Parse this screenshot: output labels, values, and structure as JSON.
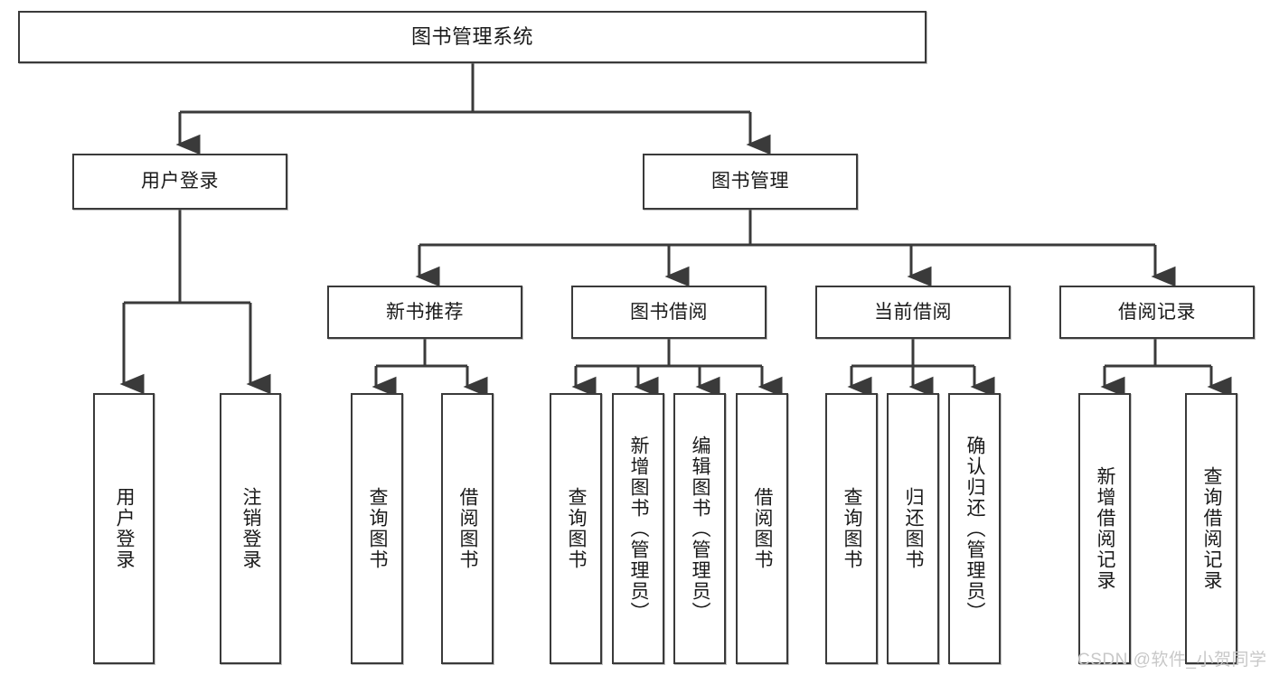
{
  "diagram": {
    "title": "图书管理系统",
    "type": "tree-hierarchy-diagram",
    "root": {
      "label": "图书管理系统"
    },
    "level2": [
      {
        "label": "用户登录"
      },
      {
        "label": "图书管理"
      }
    ],
    "level3": [
      {
        "label": "新书推荐"
      },
      {
        "label": "图书借阅"
      },
      {
        "label": "当前借阅"
      },
      {
        "label": "借阅记录"
      }
    ],
    "leaves": {
      "user_login": [
        {
          "label": "用户登录"
        },
        {
          "label": "注销登录"
        }
      ],
      "new_book_recommend": [
        {
          "label": "查询图书"
        },
        {
          "label": "借阅图书"
        }
      ],
      "book_borrow": [
        {
          "label": "查询图书"
        },
        {
          "label": "新增图书（管理员）"
        },
        {
          "label": "编辑图书（管理员）"
        },
        {
          "label": "借阅图书"
        }
      ],
      "current_borrow": [
        {
          "label": "查询图书"
        },
        {
          "label": "归还图书"
        },
        {
          "label": "确认归还（管理员）"
        }
      ],
      "borrow_record": [
        {
          "label": "新增借阅记录"
        },
        {
          "label": "查询借阅记录"
        }
      ]
    }
  },
  "watermark": {
    "text": "CSDN @软件_小贺同学"
  },
  "colors": {
    "box_border": "#3a3a3a",
    "box_fill": "#ffffff",
    "text": "#1a1a1a",
    "edge": "#3a3a3a",
    "watermark": "#c8c8c8"
  }
}
